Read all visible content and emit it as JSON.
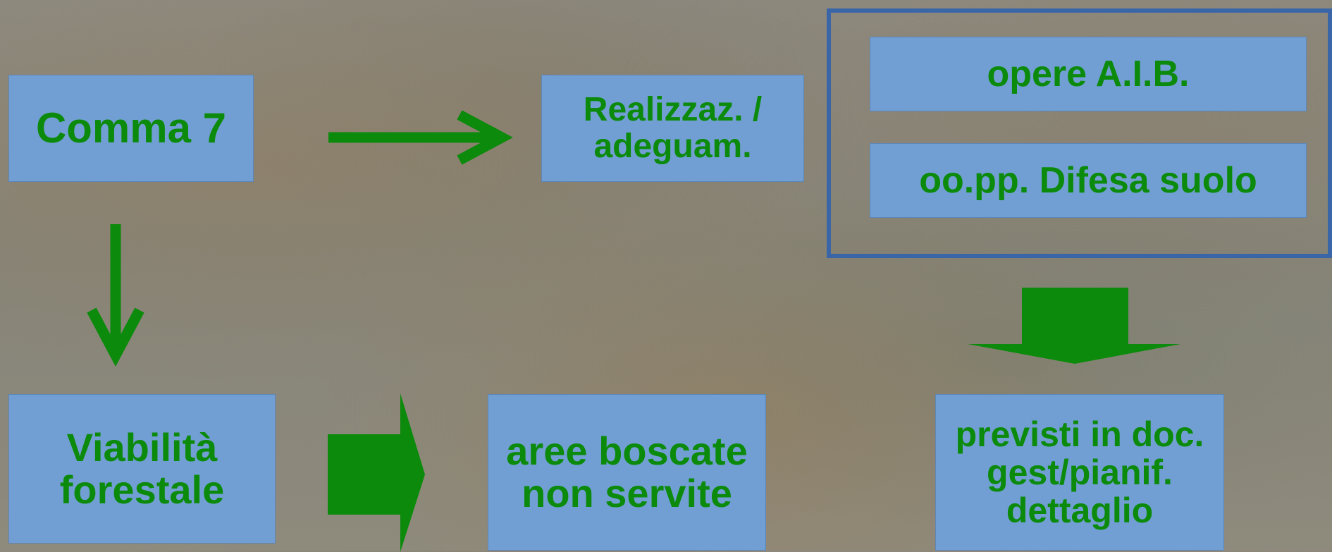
{
  "nodes": {
    "comma": "Comma 7",
    "realizzaz": [
      "Realizzaz. /",
      "adeguam."
    ],
    "opere_aib": "opere A.I.B.",
    "difesa_suolo": "oo.pp. Difesa suolo",
    "viabilita": [
      "Viabilità",
      "forestale"
    ],
    "aree": [
      "aree boscate",
      "non servite"
    ],
    "previsti": [
      "previsti in doc.",
      "gest/pianif.",
      "dettaglio"
    ]
  },
  "colors": {
    "box_fill": "#719fd3",
    "text": "#0b8a0b",
    "arrow": "#0b8a0b",
    "frame": "#3a66a8"
  }
}
